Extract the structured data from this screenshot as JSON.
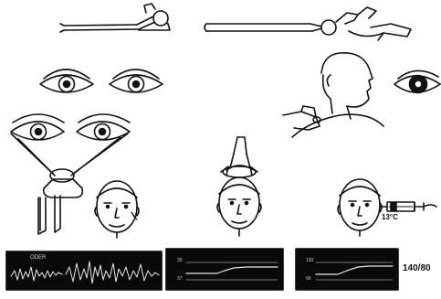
{
  "figures": [
    {
      "name": "patient-supine-figure"
    },
    {
      "name": "patient-ear-examination-figure"
    },
    {
      "name": "eyes-open-pair"
    },
    {
      "name": "single-eye-side"
    },
    {
      "name": "head-tilted-neck-palpation"
    },
    {
      "name": "eyes-with-frenzel-goggles"
    },
    {
      "name": "face-frontal-left"
    },
    {
      "name": "head-rotation-test"
    },
    {
      "name": "caloric-irrigation-face"
    }
  ],
  "labels": {
    "irrigation_temperature": "13°C",
    "blood_pressure": "140/80"
  },
  "monitors": {
    "eeg": {
      "text": "ODER"
    },
    "temperature_graph": {
      "tick_top": "30",
      "tick_bottom": "37"
    },
    "pressure_graph": {
      "tick_top": "150",
      "tick_bottom": "90"
    }
  },
  "colors": {
    "line": "#111111",
    "monitor_bg": "#0a0a0a",
    "monitor_trace": "#e8e8e8"
  }
}
